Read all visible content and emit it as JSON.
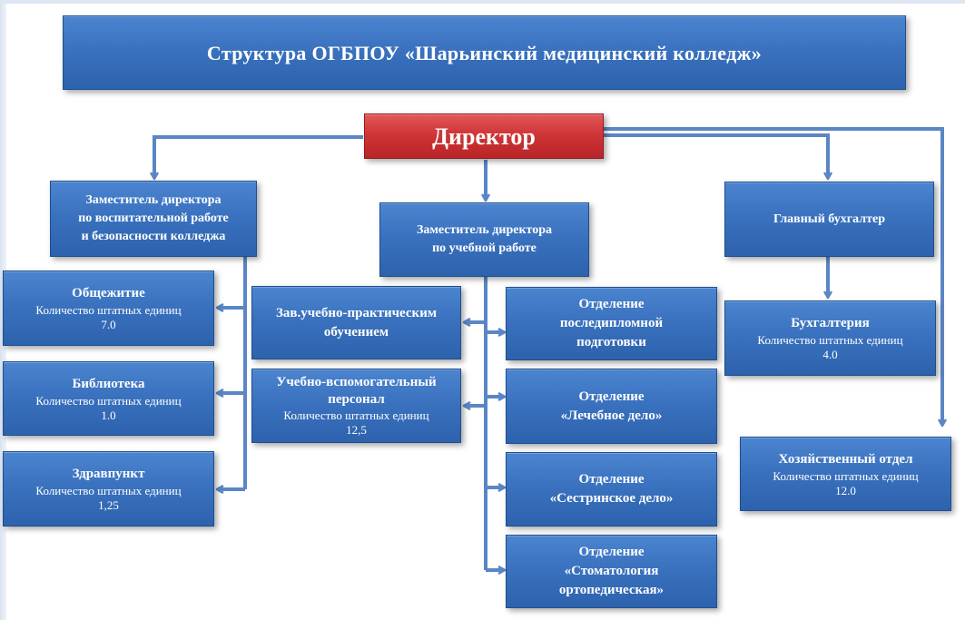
{
  "title": "Структура  ОГБПОУ «Шарьинский  медицинский  колледж»",
  "director": "Директор",
  "deputy_education_security": "Заместитель директора\nпо воспитательной работе\nи безопасности колледжа",
  "deputy_study": "Заместитель директора\nпо учебной работе",
  "chief_accountant": "Главный бухгалтер",
  "staff_label": "Количество штатных единиц",
  "left_units": [
    {
      "name": "Общежитие",
      "count": "7.0"
    },
    {
      "name": "Библиотека",
      "count": "1.0"
    },
    {
      "name": "Здравпункт",
      "count": "1,25"
    }
  ],
  "practice_head": "Зав.учебно-практическим\nобучением",
  "support_staff": {
    "name": "Учебно-вспомогательный\nперсонал",
    "count": "12,5"
  },
  "departments": [
    "Отделение\nпоследипломной\nподготовки",
    "Отделение\n«Лечебное дело»",
    "Отделение\n«Сестринское дело»",
    "Отделение\n«Стоматология\nортопедическая»"
  ],
  "accounting": {
    "name": "Бухгалтерия",
    "count": "4.0"
  },
  "household": {
    "name": "Хозяйственный отдел",
    "count": "12.0"
  },
  "colors": {
    "box": "#3a72bf",
    "director": "#cf3537",
    "connector": "#5a86c5"
  }
}
